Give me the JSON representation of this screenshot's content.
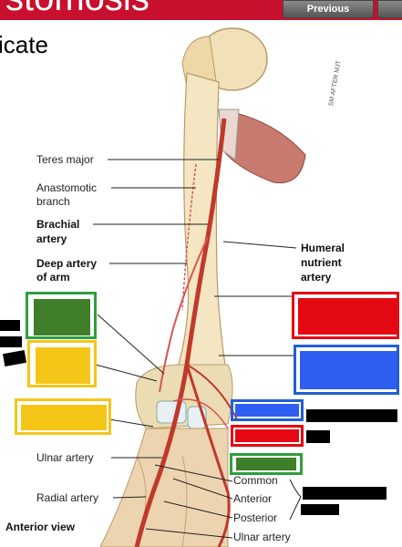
{
  "header": {
    "title_fragment": "stomosis",
    "previous_label": "Previous",
    "subtitle_fragment": "icate"
  },
  "labels": {
    "teres_major": "Teres major",
    "anastomotic_1": "Anastomotic",
    "anastomotic_2": "branch",
    "brachial_1": "Brachial",
    "brachial_2": "artery",
    "deep_1": "Deep artery",
    "deep_2": "of arm",
    "humeral_1": "Humeral",
    "humeral_2": "nutrient",
    "humeral_3": "artery",
    "ulnar": "Ulnar artery",
    "radial": "Radial artery",
    "common": "Common",
    "anterior": "Anterior",
    "posterior": "Posterior",
    "ulnar_bottom": "Ulnar artery",
    "anterior_view": "Anterior view",
    "artist_credit": "SM AFTER MJT"
  },
  "colors": {
    "banner": "#c8102e",
    "label_green": "#2e7d32",
    "label_yellow": "#f5c518",
    "label_red": "#e50914",
    "label_blue": "#1f5fd6"
  }
}
